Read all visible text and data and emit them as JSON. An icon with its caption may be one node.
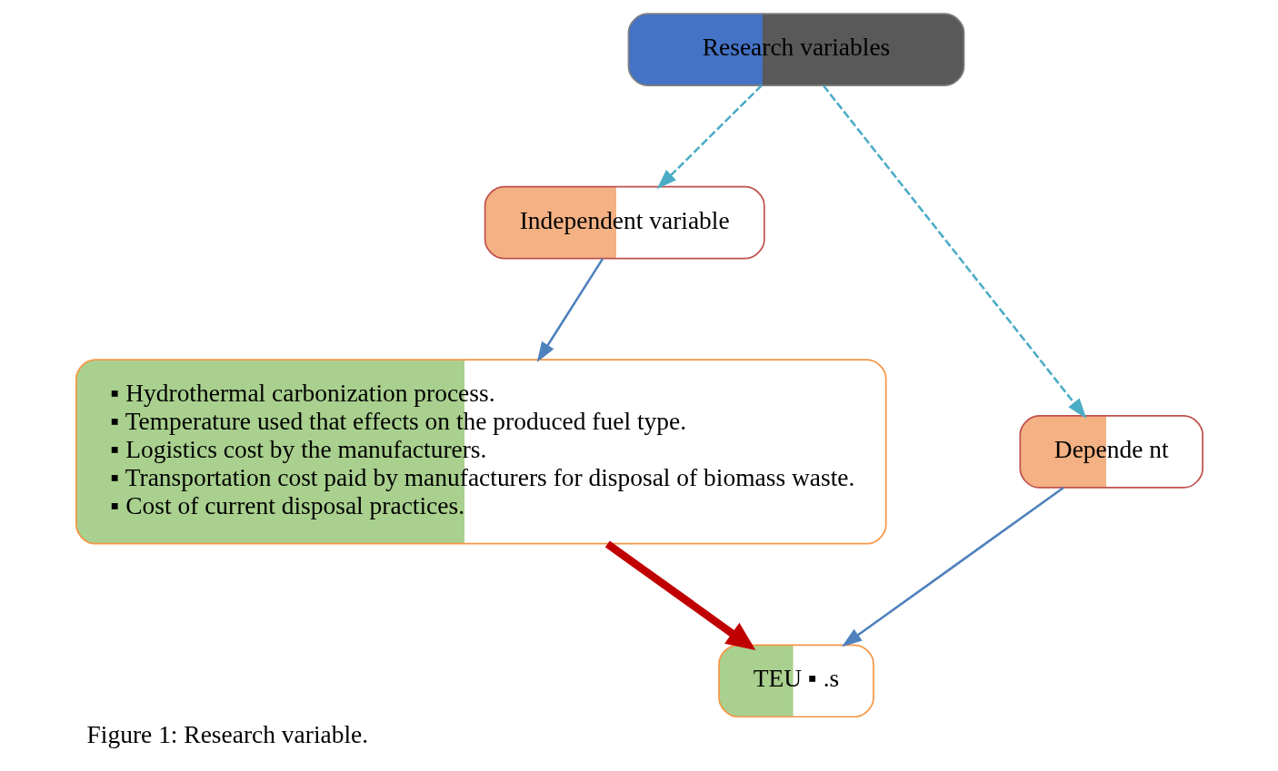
{
  "diagram": {
    "caption": "Figure 1: Research variable.",
    "nodes": [
      {
        "text": [
          "Research variables"
        ]
      },
      {
        "text": [
          "Independent variable"
        ]
      },
      {
        "text": [
          "Depende nt"
        ]
      },
      {
        "text": [
          "▪ Hydrothermal carbonization process.",
          "▪ Temperature used that effects on the produced fuel type.",
          "▪ Logistics cost by the manufacturers.",
          "▪ Transportation cost paid by manufacturers for disposal of biomass waste.",
          "▪ Cost of current disposal practices."
        ]
      },
      {
        "text": [
          "TEU ▪ .s"
        ]
      }
    ],
    "edges": [
      {
        "from": 0,
        "to": 1,
        "arrow": "to",
        "style": "dashed"
      },
      {
        "from": 0,
        "to": 2,
        "arrow": "to",
        "style": "dashed"
      },
      {
        "from": 1,
        "to": 3,
        "arrow": "to"
      },
      {
        "from": 2,
        "to": 4,
        "arrow": "to"
      },
      {
        "from": 3,
        "to": 4,
        "arrow": "to",
        "style": "thick",
        "color": "#c00000"
      }
    ]
  }
}
